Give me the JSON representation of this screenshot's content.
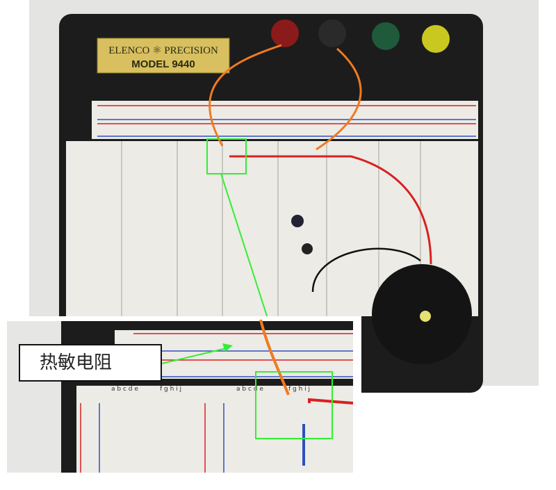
{
  "plaque": {
    "line1": "ELENCO ⚛ PRECISION",
    "line2": "MODEL 9440"
  },
  "callout": {
    "label": "热敏电阻"
  },
  "inset_columns": {
    "left": "a b c d e",
    "right": "f g h i j"
  },
  "binding_posts": [
    "#8b1a1a",
    "#1a1a1a",
    "#1f5a3a",
    "#c8c820"
  ],
  "colors": {
    "highlight": "#33ee33",
    "wire_orange": "#f07a20",
    "wire_red": "#d82020",
    "board": "#1c1c1c"
  }
}
